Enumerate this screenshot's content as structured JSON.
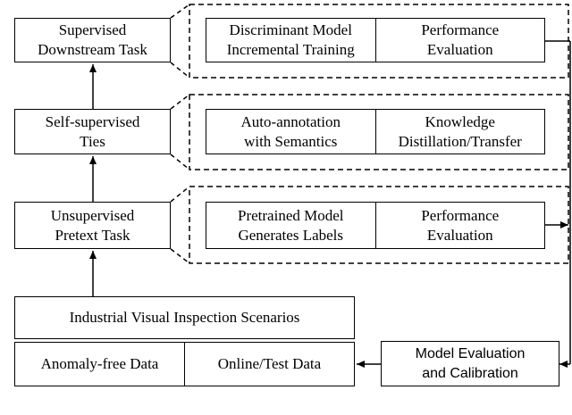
{
  "left_stack": {
    "supervised": [
      "Supervised",
      "Downstream Task"
    ],
    "self_supervised": [
      "Self-supervised",
      "Ties"
    ],
    "unsupervised": [
      "Unsupervised",
      "Pretext Task"
    ],
    "scenarios": "Industrial Visual Inspection Scenarios"
  },
  "groups": {
    "top": {
      "left": [
        "Discriminant Model",
        "Incremental Training"
      ],
      "right": [
        "Performance",
        "Evaluation"
      ]
    },
    "middle": {
      "left": [
        "Auto-annotation",
        "with Semantics"
      ],
      "right": [
        "Knowledge",
        "Distillation/Transfer"
      ]
    },
    "bottom": {
      "left": [
        "Pretrained Model",
        "Generates Labels"
      ],
      "right": [
        "Performance",
        "Evaluation"
      ]
    }
  },
  "data_row": {
    "left": "Anomaly-free Data",
    "right": "Online/Test Data"
  },
  "calibration": [
    "Model Evaluation",
    "and Calibration"
  ]
}
